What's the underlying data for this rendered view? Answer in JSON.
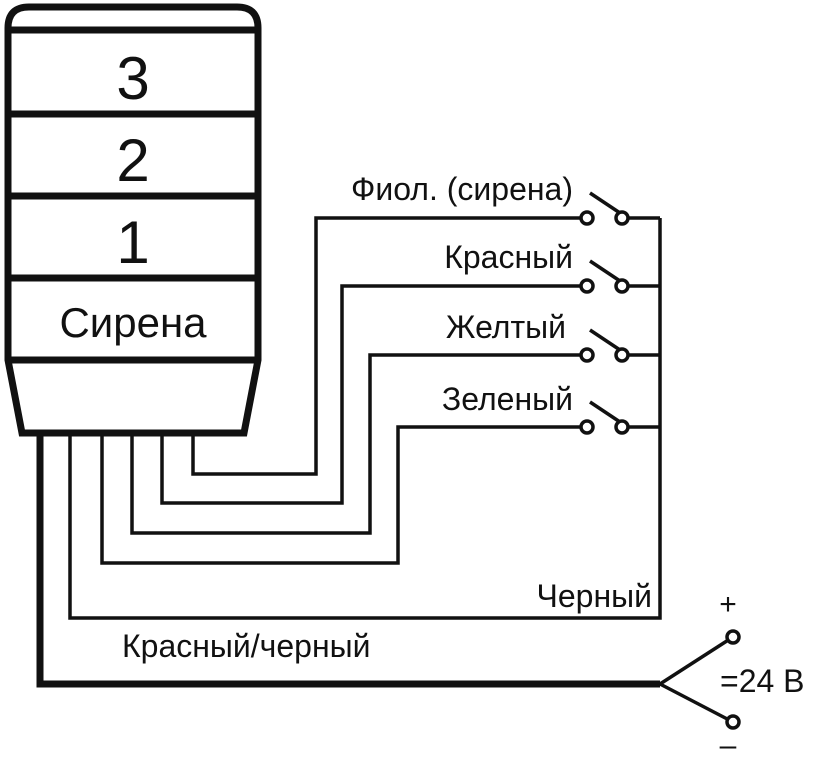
{
  "tower": {
    "tiers": [
      "3",
      "2",
      "1",
      "Сирена"
    ]
  },
  "switches": [
    {
      "label": "Фиол. (сирена)"
    },
    {
      "label": "Красный"
    },
    {
      "label": "Желтый"
    },
    {
      "label": "Зеленый"
    }
  ],
  "wires": {
    "common_label": "Черный",
    "power_label": "Красный/черный"
  },
  "supply": {
    "plus": "+",
    "minus": "–",
    "voltage": "=24 В"
  },
  "colors": {
    "line": "#111111",
    "background": "#ffffff"
  }
}
